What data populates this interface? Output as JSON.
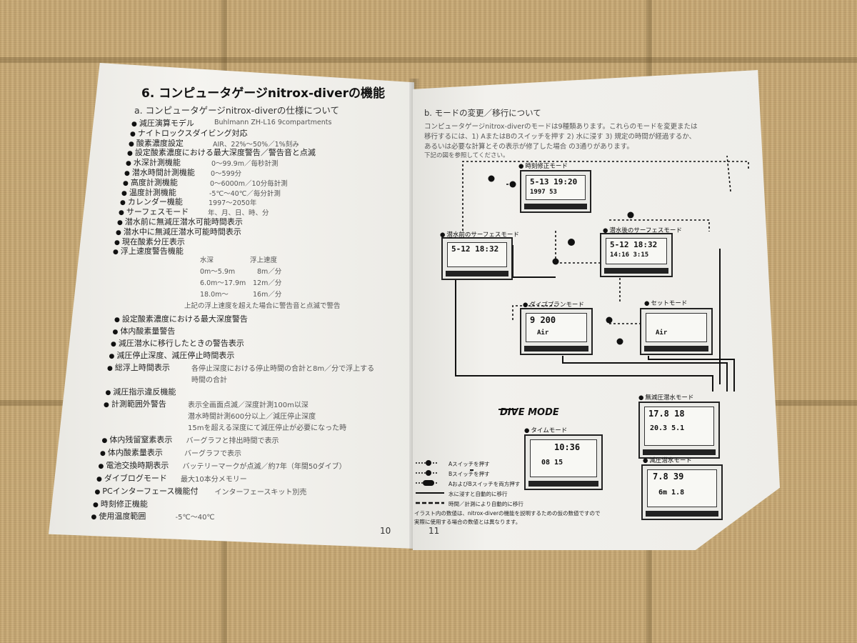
{
  "left_page": {
    "title": "6. コンピュータゲージnitrox-diverの機能",
    "subtitle": "a. コンピュータゲージnitrox-diverの仕様について",
    "specs": [
      {
        "label": "減圧演算モデル",
        "value": "Buhlmann ZH-L16 9compartments"
      },
      {
        "label": "ナイトロックスダイビング対応",
        "value": ""
      },
      {
        "label": "酸素濃度設定",
        "value": "AIR、22%〜50%／1%刻み"
      },
      {
        "label": "設定酸素濃度における最大深度警告／警告音と点滅",
        "value": ""
      },
      {
        "label": "水深計測機能",
        "value": "0〜99.9m／毎秒計測"
      },
      {
        "label": "潜水時間計測機能",
        "value": "0〜599分"
      },
      {
        "label": "高度計測機能",
        "value": "0〜6000m／10分毎計測"
      },
      {
        "label": "温度計測機能",
        "value": "-5℃〜40℃／毎分計測"
      },
      {
        "label": "カレンダー機能",
        "value": "1997〜2050年"
      },
      {
        "label": "サーフェスモード",
        "value": "年、月、日、時、分"
      },
      {
        "label": "潜水前に無減圧潜水可能時間表示",
        "value": ""
      },
      {
        "label": "潜水中に無減圧潜水可能時間表示",
        "value": ""
      },
      {
        "label": "現在酸素分圧表示",
        "value": ""
      },
      {
        "label": "浮上速度警告機能",
        "value": ""
      }
    ],
    "ascent_table": {
      "headers": [
        "水深",
        "浮上速度"
      ],
      "rows": [
        [
          "0m〜5.9m",
          "8m／分"
        ],
        [
          "6.0m〜17.9m",
          "12m／分"
        ],
        [
          "18.0m〜",
          "16m／分"
        ]
      ],
      "note": "上記の浮上速度を超えた場合に警告音と点滅で警告"
    },
    "features": [
      {
        "label": "設定酸素濃度における最大深度警告",
        "lines": []
      },
      {
        "label": "体内酸素量警告",
        "lines": []
      },
      {
        "label": "減圧潜水に移行したときの警告表示",
        "lines": []
      },
      {
        "label": "減圧停止深度、減圧停止時間表示",
        "lines": []
      },
      {
        "label": "総浮上時間表示",
        "lines": [
          "各停止深度における停止時間の合計と8m／分で浮上する",
          "時間の合計"
        ]
      },
      {
        "label": "減圧指示違反機能",
        "lines": []
      },
      {
        "label": "計測範囲外警告",
        "lines": [
          "表示全画面点滅／深度計測100m以深",
          "潜水時間計測600分以上／減圧停止深度",
          "15mを超える深度にて減圧停止が必要になった時"
        ]
      },
      {
        "label": "体内残留窒素表示",
        "lines": [
          "バーグラフと排出時間で表示"
        ]
      },
      {
        "label": "体内酸素量表示",
        "lines": [
          "バーグラフで表示"
        ]
      },
      {
        "label": "電池交換時期表示",
        "lines": [
          "バッテリーマークが点滅／約7年（年間50ダイブ）"
        ]
      },
      {
        "label": "ダイブログモード",
        "lines": [
          "最大10本分メモリー"
        ]
      },
      {
        "label": "PCインターフェース機能付",
        "lines": [
          "インターフェースキット別売"
        ]
      },
      {
        "label": "時刻修正機能",
        "lines": []
      },
      {
        "label": "使用温度範囲",
        "lines": [
          "-5℃〜40℃"
        ]
      }
    ],
    "page_number": "10"
  },
  "right_page": {
    "heading": "b. モードの変更／移行について",
    "intro": [
      "コンピュータゲージnitrox-diverのモードは9種類あります。これらのモードを変更または",
      "移行するには、1) AまたはBのスイッチを押す 2) 水に浸す 3) 規定の時間が経過するか、",
      "あるいは必要な計算とその表示が修了した場合 の3通りがあります。",
      "下記の図を参照してください。"
    ],
    "dive_mode_title": "DIVE MODE",
    "modes": {
      "time_correction": {
        "label": "時刻修正モード",
        "row1": "5-13 19:20",
        "row2": "1997   53"
      },
      "pre_dive": {
        "label": "潜水前のサーフェスモード",
        "row1": "5-12 18:32"
      },
      "post_dive": {
        "label": "潜水後のサーフェスモード",
        "row1": "5-12 18:32",
        "row2": "14:16  3:15"
      },
      "dive_plan": {
        "label": "ダイブプランモード",
        "row1": "9   200",
        "row2": "Air"
      },
      "set": {
        "label": "セットモード",
        "row2": "Air"
      },
      "no_deco": {
        "label": "無減圧潜水モード",
        "row1": "17.8  18",
        "row2": "20.3  5.1"
      },
      "time": {
        "label": "タイムモード",
        "row1": "10:36",
        "row2": "08   15"
      },
      "deco": {
        "label": "減圧潜水モード",
        "row1": "7.8  39",
        "row2": "6m  1.8"
      }
    },
    "legend": [
      "Aスイッチを押す",
      "Bスイッチを押す",
      "AおよびBスイッチを両方押す",
      "水に浸すと自動的に移行",
      "時間／計測により自動的に移行"
    ],
    "footnote": [
      "イラスト内の数値は、nitrox-diverの機能を説明するための仮の数値ですので",
      "実際に使用する場合の数値とは異なります。"
    ],
    "page_number": "11"
  }
}
